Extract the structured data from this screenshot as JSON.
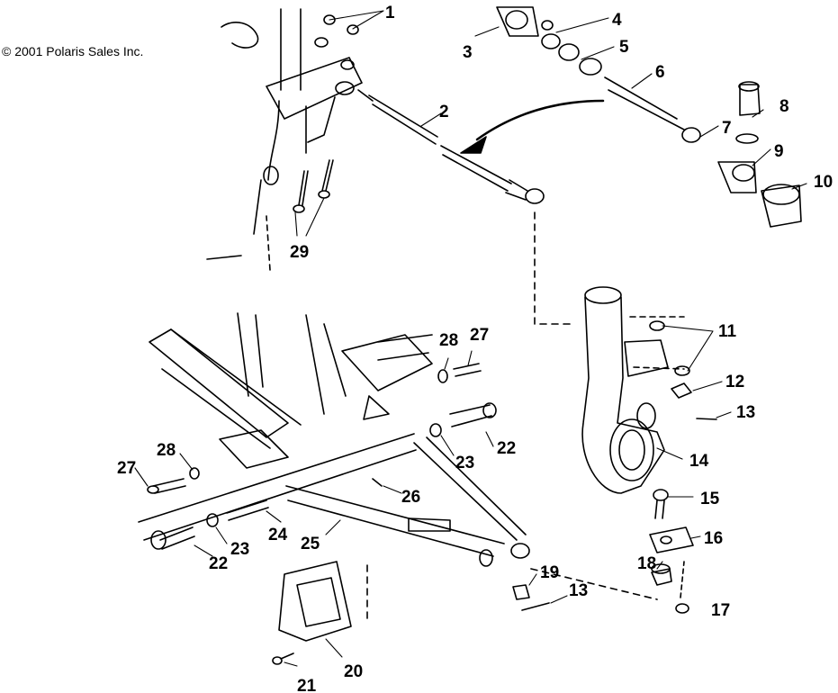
{
  "copyright": "© 2001 Polaris Sales Inc.",
  "callouts": [
    "1",
    "2",
    "3",
    "4",
    "5",
    "6",
    "7",
    "8",
    "9",
    "10",
    "11",
    "12",
    "13",
    "14",
    "15",
    "16",
    "17",
    "18",
    "19",
    "13",
    "20",
    "21",
    "22",
    "22",
    "23",
    "23",
    "24",
    "25",
    "26",
    "27",
    "27",
    "28",
    "28",
    "29"
  ]
}
